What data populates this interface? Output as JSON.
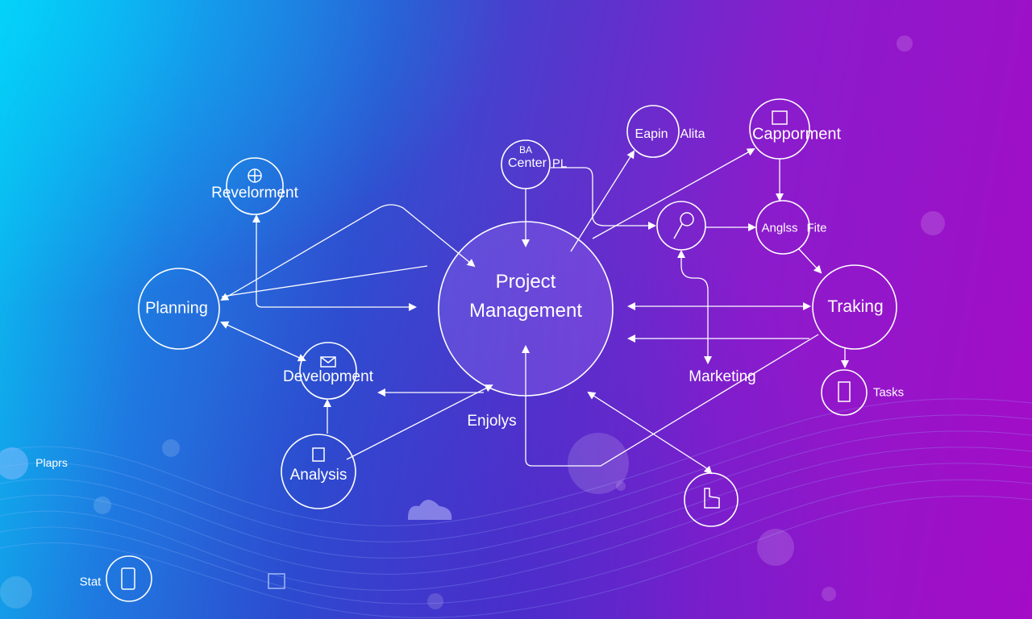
{
  "nodes": {
    "project_management": [
      "Project",
      "Management"
    ],
    "planning": "Planning",
    "revelorment": "Revelorment",
    "development": "Development",
    "analysis": "Analysis",
    "center": "Center",
    "center_icon": "BA",
    "center_side": "PL",
    "eapin": "Eapin",
    "eapin_side": "Alita",
    "capporment": "Capporment",
    "anglss": "Anglss",
    "anglss_side": "Fite",
    "traking": "Traking",
    "tasks": "Tasks",
    "marketing": "Marketing",
    "enjolys": "Enjolys",
    "plaprs": "Plaprs",
    "stat": "Stat"
  },
  "colors": {
    "line": "#ffffff",
    "bg_start": "#08c4f2",
    "bg_end": "#a40cc6"
  }
}
